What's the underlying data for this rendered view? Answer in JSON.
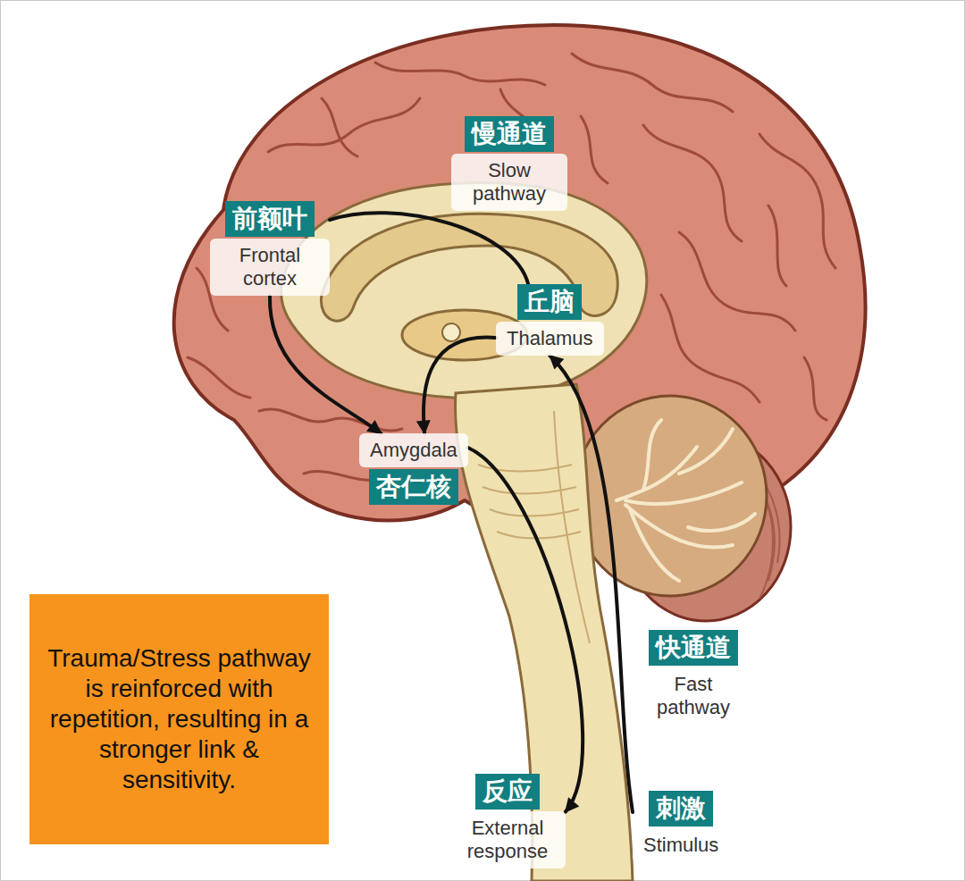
{
  "diagram": {
    "nodes": [
      {
        "text": [
          "慢通道",
          "Slow pathway"
        ]
      },
      {
        "text": [
          "前额叶",
          "Frontal cortex"
        ]
      },
      {
        "text": [
          "丘脑",
          "Thalamus"
        ]
      },
      {
        "text": [
          "Amygdala",
          "杏仁核"
        ]
      },
      {
        "text": [
          "快通道",
          "Fast pathway"
        ]
      },
      {
        "text": [
          "Trauma/Stress pathway is reinforced with repetition, resulting in a stronger link & sensitivity."
        ]
      },
      {
        "text": [
          "反应",
          "External response"
        ]
      },
      {
        "text": [
          "刺激",
          "Stimulus"
        ]
      }
    ],
    "edges": [
      {
        "from": 7,
        "to": 2,
        "arrow": "to"
      },
      {
        "from": 2,
        "to": 3,
        "arrow": "to"
      },
      {
        "from": 2,
        "to": 1,
        "arrow": "none"
      },
      {
        "from": 1,
        "to": 3,
        "arrow": "to"
      },
      {
        "from": 3,
        "to": 6,
        "arrow": "to"
      }
    ]
  }
}
